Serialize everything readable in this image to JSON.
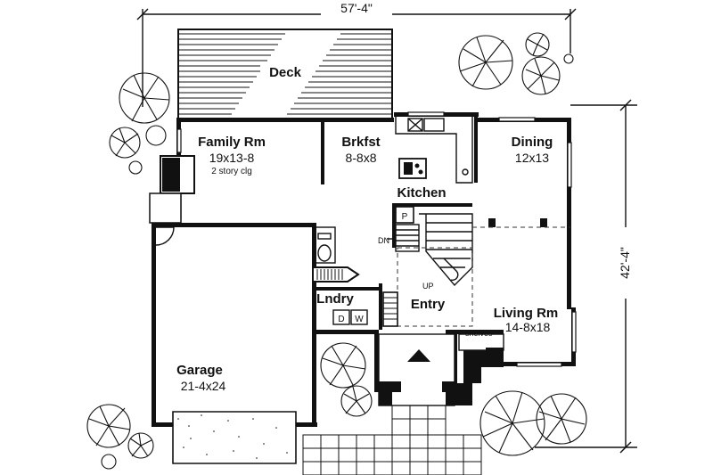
{
  "dimensions": {
    "width_overall": "57'-4\"",
    "depth_overall": "42'-4\""
  },
  "rooms": {
    "deck": {
      "name": "Deck"
    },
    "family": {
      "name": "Family Rm",
      "size": "19x13-8",
      "note": "2 story clg"
    },
    "brkfst": {
      "name": "Brkfst",
      "size": "8-8x8"
    },
    "kitchen": {
      "name": "Kitchen"
    },
    "dining": {
      "name": "Dining",
      "size": "12x13"
    },
    "lndry": {
      "name": "Lndry"
    },
    "entry": {
      "name": "Entry"
    },
    "living": {
      "name": "Living Rm",
      "size": "14-8x18"
    },
    "garage": {
      "name": "Garage",
      "size": "21-4x24"
    }
  },
  "fixtures": {
    "pantry": "P",
    "dn": "DN",
    "up": "UP",
    "dryer": "D",
    "washer": "W",
    "shelves": "shelves"
  }
}
